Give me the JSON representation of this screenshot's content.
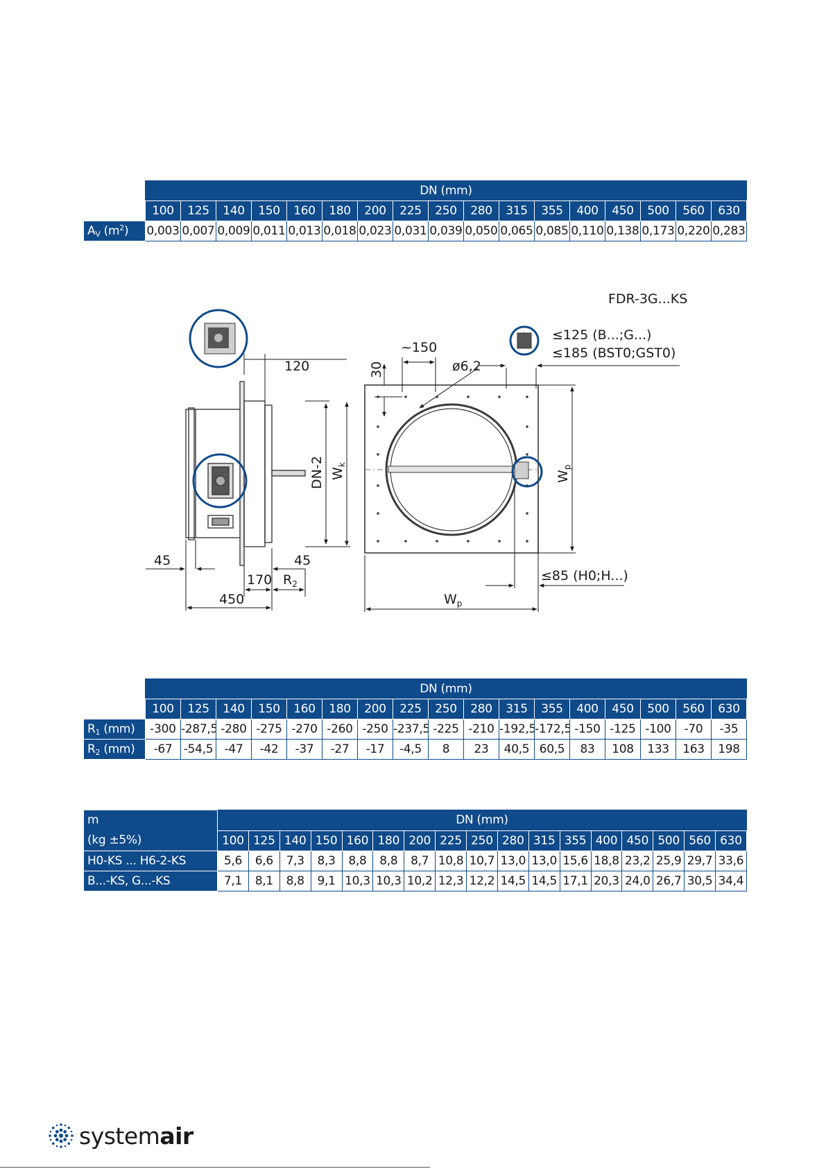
{
  "dn_header": "DN (mm)",
  "dn_values": [
    "100",
    "125",
    "140",
    "150",
    "160",
    "180",
    "200",
    "225",
    "250",
    "280",
    "315",
    "355",
    "400",
    "450",
    "500",
    "560",
    "630"
  ],
  "table1": {
    "row_label_main": "A",
    "row_label_sub": "V",
    "row_label_unit_pre": " (m",
    "row_label_unit_sup": "2",
    "row_label_unit_post": ")",
    "values": [
      "0,003",
      "0,007",
      "0,009",
      "0,011",
      "0,013",
      "0,018",
      "0,023",
      "0,031",
      "0,039",
      "0,050",
      "0,065",
      "0,085",
      "0,110",
      "0,138",
      "0,173",
      "0,220",
      "0,283"
    ]
  },
  "drawing": {
    "model": "FDR-3G...KS",
    "dim_120": "120",
    "dim_150": "~150",
    "dim_30": "30",
    "dim_hole": "ø6,2",
    "dim_b125": "≤125 (B...;G...)",
    "dim_b185": "≤185 (BST0;GST0)",
    "dim_dn2": "DN-2",
    "dim_wk": "W",
    "dim_wk_sub": "k",
    "dim_wp": "W",
    "dim_wp_sub": "p",
    "dim_45a": "45",
    "dim_45b": "45",
    "dim_170": "170",
    "dim_r2": "R",
    "dim_r2_sub": "2",
    "dim_450": "450",
    "dim_85": "≤85 (H0;H...)"
  },
  "table2": {
    "r1_label": "R",
    "r1_sub": "1",
    "r1_unit": " (mm)",
    "r2_label": "R",
    "r2_sub": "2",
    "r2_unit": " (mm)",
    "r1_values": [
      "-300",
      "-287,5",
      "-280",
      "-275",
      "-270",
      "-260",
      "-250",
      "-237,5",
      "-225",
      "-210",
      "-192,5",
      "-172,5",
      "-150",
      "-125",
      "-100",
      "-70",
      "-35"
    ],
    "r2_values": [
      "-67",
      "-54,5",
      "-47",
      "-42",
      "-37",
      "-27",
      "-17",
      "-4,5",
      "8",
      "23",
      "40,5",
      "60,5",
      "83",
      "108",
      "133",
      "163",
      "198"
    ]
  },
  "table3": {
    "head_line1": "m",
    "head_line2": "(kg ±5%)",
    "row1_label": "H0-KS ... H6-2-KS",
    "row2_label": "B...-KS, G...-KS",
    "row1_values": [
      "5,6",
      "6,6",
      "7,3",
      "8,3",
      "8,8",
      "8,8",
      "8,7",
      "10,8",
      "10,7",
      "13,0",
      "13,0",
      "15,6",
      "18,8",
      "23,2",
      "25,9",
      "29,7",
      "33,6"
    ],
    "row2_values": [
      "7,1",
      "8,1",
      "8,8",
      "9,1",
      "10,3",
      "10,3",
      "10,2",
      "12,3",
      "12,2",
      "14,5",
      "14,5",
      "17,1",
      "20,3",
      "24,0",
      "26,7",
      "30,5",
      "34,4"
    ]
  },
  "logo": {
    "part1": "system",
    "part2": "air"
  },
  "colors": {
    "brand_blue": "#0f4a8a"
  }
}
